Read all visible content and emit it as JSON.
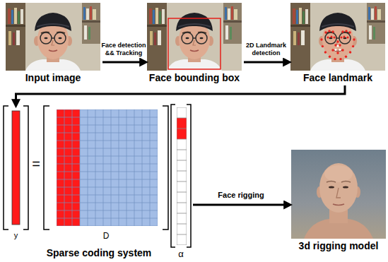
{
  "diagram": {
    "nodes": [
      {
        "text": [
          "Input image"
        ]
      },
      {
        "text": [
          "Face bounding box"
        ]
      },
      {
        "text": [
          "Face landmark"
        ]
      },
      {
        "text": [
          "y"
        ]
      },
      {
        "text": [
          "D"
        ]
      },
      {
        "text": [
          "α"
        ]
      },
      {
        "text": [
          "3d rigging model"
        ]
      }
    ],
    "edges": [
      {
        "from": 0,
        "to": 1,
        "arrow": "to",
        "label": "Face detection && Tracking"
      },
      {
        "from": 1,
        "to": 2,
        "arrow": "to",
        "label": "2D Landmark detection"
      },
      {
        "from": 2,
        "to": 3,
        "arrow": "to"
      },
      {
        "from": 5,
        "to": 6,
        "arrow": "to",
        "label": "Face rigging"
      }
    ],
    "labels": [
      "=",
      "Sparse coding system"
    ]
  }
}
